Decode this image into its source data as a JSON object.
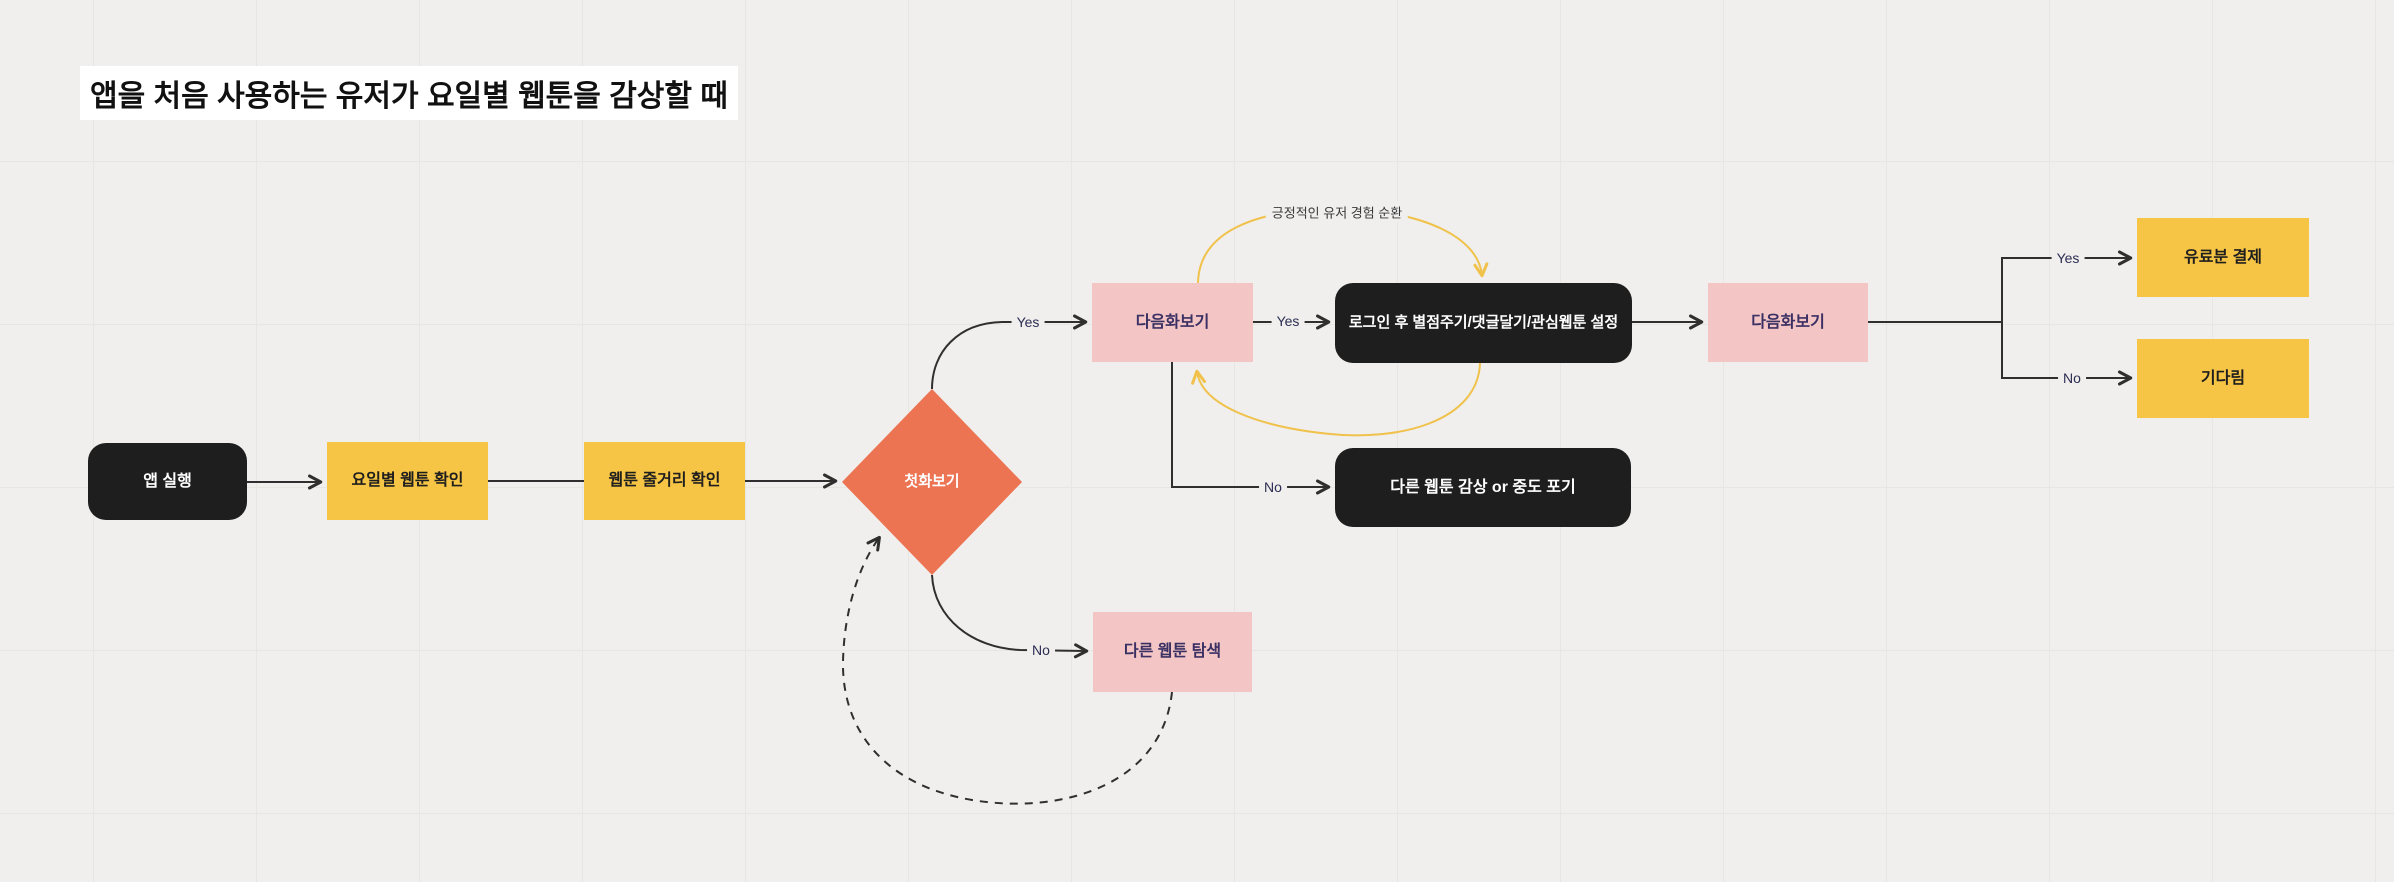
{
  "title": "앱을 처음 사용하는 유저가 요일별 웹툰을 감상할 때",
  "nodes": {
    "start": {
      "label": "앱 실행",
      "type": "rounded-dark"
    },
    "daily_check": {
      "label": "요일별 웹툰 확인",
      "type": "process-yellow"
    },
    "plot_check": {
      "label": "웹툰 줄거리 확인",
      "type": "process-yellow"
    },
    "first_episode": {
      "label": "첫화보기",
      "type": "decision-orange"
    },
    "next_episode_1": {
      "label": "다음화보기",
      "type": "process-pink"
    },
    "login_actions": {
      "label": "로그인 후 별점주기/댓글달기/관심웹툰 설정",
      "type": "rounded-dark"
    },
    "next_episode_2": {
      "label": "다음화보기",
      "type": "process-pink"
    },
    "paid_payment": {
      "label": "유료분 결제",
      "type": "process-yellow"
    },
    "wait": {
      "label": "기다림",
      "type": "process-yellow"
    },
    "other_or_quit": {
      "label": "다른 웹툰 감상 or 중도 포기",
      "type": "rounded-dark"
    },
    "explore_other": {
      "label": "다른 웹툰 탐색",
      "type": "process-pink"
    }
  },
  "edge_labels": {
    "yes_first": "Yes",
    "yes_login": "Yes",
    "yes_paid": "Yes",
    "no_explore": "No",
    "no_other": "No",
    "no_wait": "No",
    "loop_caption": "긍정적인 유저 경험 순환"
  },
  "colors": {
    "canvas": "#F0EFED",
    "grid_line": "#E8E6E2",
    "node_dark": "#1E1E1E",
    "node_yellow": "#F6C545",
    "node_pink": "#F3C5C5",
    "node_orange": "#EC7452",
    "pink_text": "#3A3063",
    "connector": "#2F2F2F",
    "loop_arrow": "#F0C24B",
    "edge_label_text": "#2B2D52"
  }
}
